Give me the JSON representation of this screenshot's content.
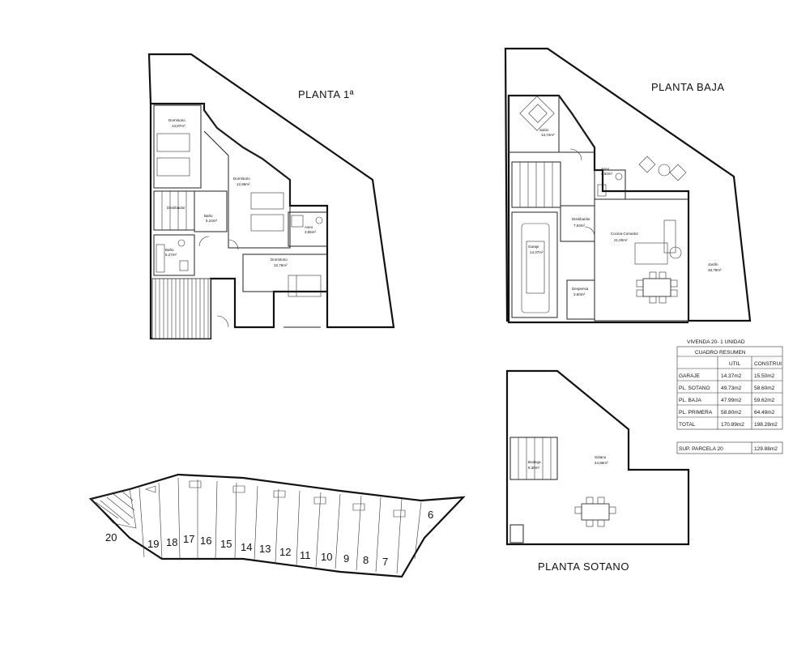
{
  "titles": {
    "first_floor": "PLANTA 1ª",
    "ground_floor": "PLANTA BAJA",
    "basement": "PLANTA SOTANO"
  },
  "summary": {
    "heading": "VIVENDA 20- 1 UNIDAD",
    "subheading": "CUADRO RESUMEN",
    "columns": [
      "UTIL",
      "CONSTRUI"
    ],
    "rows": [
      {
        "label": "GARAJE",
        "util": "14.37m2",
        "constr": "15.50m2"
      },
      {
        "label": "PL. SOTANO",
        "util": "49.73m2",
        "constr": "58.60m2"
      },
      {
        "label": "PL. BAJA",
        "util": "47.99m2",
        "constr": "59.62m2"
      },
      {
        "label": "PL. PRIMERA",
        "util": "58.80m2",
        "constr": "64.49m2"
      },
      {
        "label": "TOTAL",
        "util": "170.89m2",
        "constr": "198.28m2"
      }
    ],
    "parcel_label": "SUP. PARCELA 20",
    "parcel_value": "129.88m2"
  },
  "lots": [
    "20",
    "19",
    "18",
    "17",
    "16",
    "15",
    "14",
    "13",
    "12",
    "11",
    "10",
    "9",
    "8",
    "7",
    "6"
  ]
}
